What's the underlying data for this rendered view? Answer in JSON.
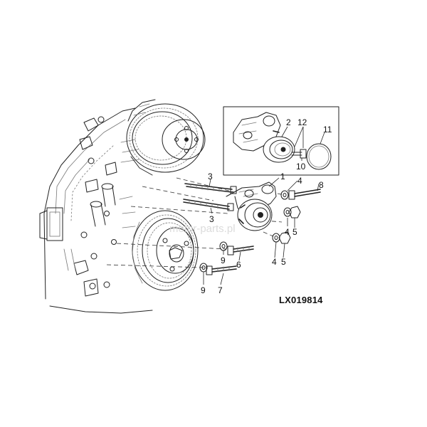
{
  "figure_code": "LX019814",
  "watermark": "motor-parts.pl",
  "callouts": {
    "c1": "1",
    "c2": "2",
    "c3a": "3",
    "c3b": "3",
    "c4a": "4",
    "c4b": "4",
    "c4c": "4",
    "c5a": "5",
    "c5b": "5",
    "c6": "6",
    "c7": "7",
    "c8": "8",
    "c9a": "9",
    "c9b": "9",
    "c10": "10",
    "c11": "11",
    "c12": "12"
  }
}
